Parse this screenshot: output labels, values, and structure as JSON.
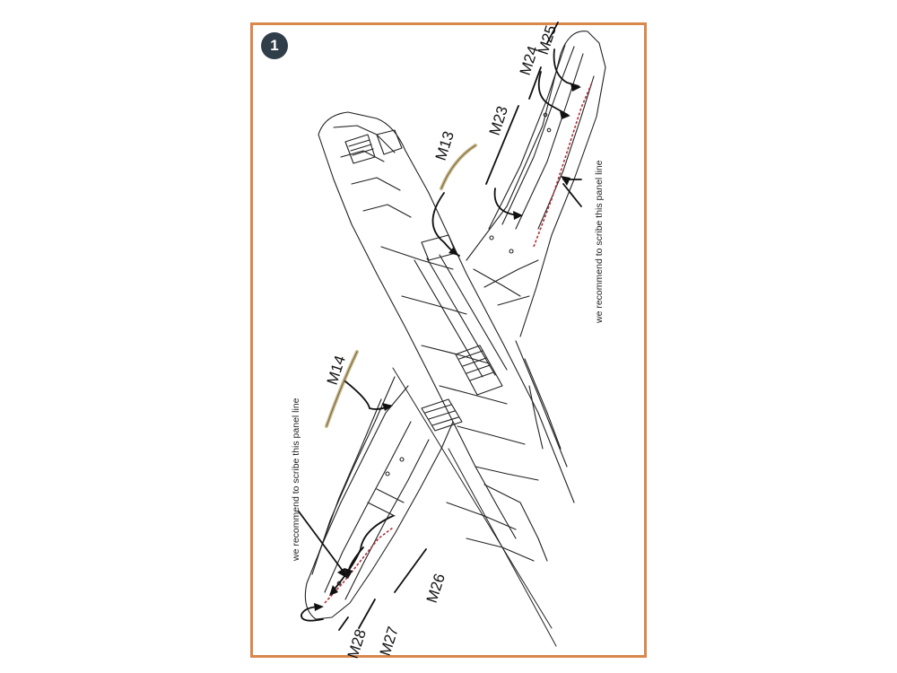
{
  "step": {
    "number": "1"
  },
  "parts": {
    "m13": "M13",
    "m14": "M14",
    "m23": "M23",
    "m24": "M24",
    "m25": "M25",
    "m26": "M26",
    "m27": "M27",
    "m28": "M28"
  },
  "notes": {
    "scribe_right": "we recommend to scribe this panel line",
    "scribe_left": "we recommend to scribe this panel line"
  },
  "colors": {
    "frame": "#d9874a",
    "badge": "#2f3e48",
    "scribe_line": "#b0303a",
    "canopy_part": "#c8b98a"
  }
}
